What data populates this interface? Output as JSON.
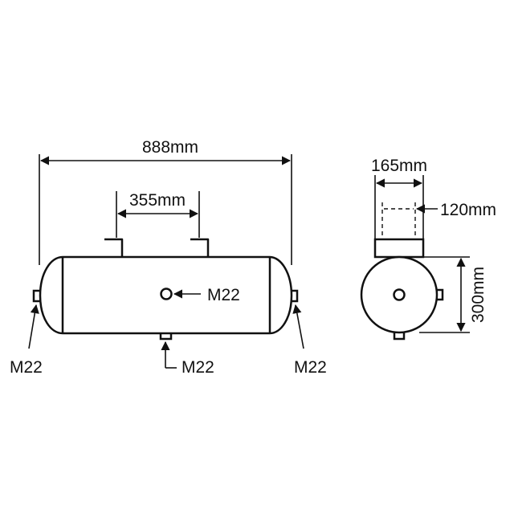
{
  "side_view": {
    "overall_length": "888mm",
    "bracket_spacing": "355mm",
    "port_side": "M22",
    "port_left_end": "M22",
    "port_right_end": "M22",
    "port_bottom": "M22"
  },
  "end_view": {
    "bracket_width": "165mm",
    "bolt_spacing": "120mm",
    "diameter": "300mm"
  },
  "colors": {
    "line": "#111111",
    "background": "#ffffff"
  }
}
